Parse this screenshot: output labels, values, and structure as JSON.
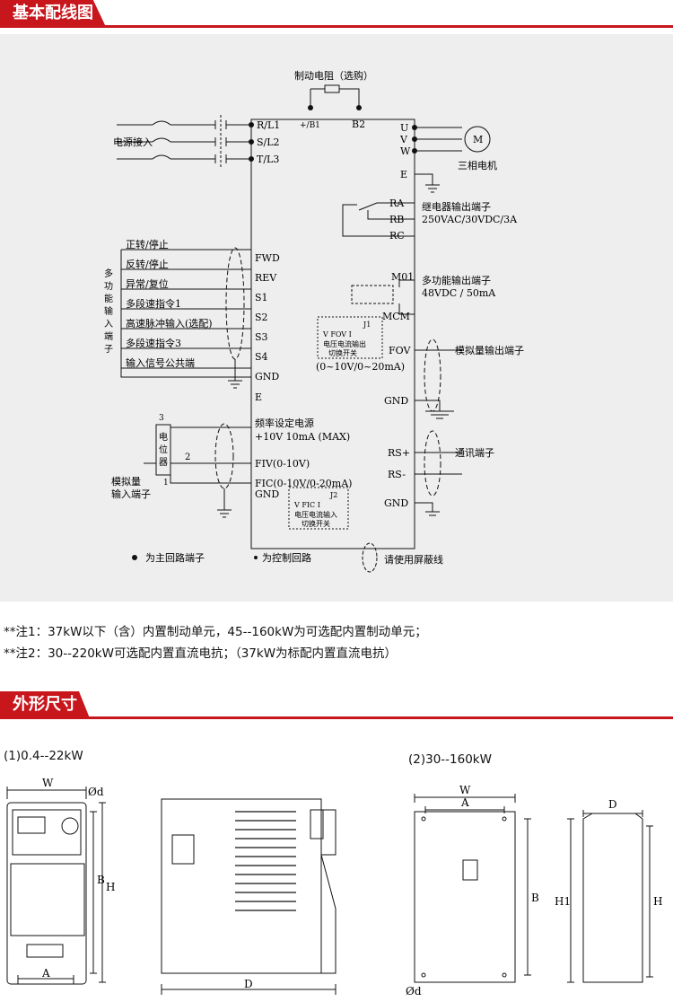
{
  "section1": {
    "title": "基本配线图"
  },
  "section2": {
    "title": "外形尺寸"
  },
  "wiring": {
    "brake_resistor": "制动电阻（选购）",
    "terminal_pb1": "+/B1",
    "terminal_b2": "B2",
    "power_input": "电源接入",
    "r_l1": "R/L1",
    "s_l2": "S/L2",
    "t_l3": "T/L3",
    "u": "U",
    "v": "V",
    "w": "W",
    "motor_symbol": "M",
    "motor": "三相电机",
    "e": "E",
    "ra": "RA",
    "rb": "RB",
    "rc": "RC",
    "relay_out": "继电器输出端子",
    "relay_rating": "250VAC/30VDC/3A",
    "m01": "M01",
    "multi_out": "多功能输出端子",
    "multi_out_rating": "48VDC / 50mA",
    "mcm": "MCM",
    "fov": "FOV",
    "analog_out": "模拟量输出端子",
    "gnd": "GND",
    "rs_plus": "RS+",
    "rs_minus": "RS-",
    "comm": "通讯端子",
    "multi_input": "多功能输入端子",
    "in_labels": [
      "正转/停止",
      "反转/停止",
      "异常/复位",
      "多段速指令1",
      "高速脉冲输入(选配)",
      "多段速指令3",
      "输入信号公共端"
    ],
    "in_terms": [
      "FWD",
      "REV",
      "S1",
      "S2",
      "S3",
      "S4",
      "GND"
    ],
    "j1_label": "J1",
    "j1_vi": "V  FOV  I",
    "j1_switch": "电压电流输出",
    "j1_switch2": "切换开关",
    "j1_range": "(0~10V/0~20mA)",
    "e_term": "E",
    "freq_power": "频率设定电源",
    "freq_power_spec": "+10V  10mA (MAX)",
    "pot_chars": [
      "电",
      "位",
      "器"
    ],
    "pot_pin3": "3",
    "pot_pin2": "2",
    "pot_pin1": "1",
    "fiv": "FIV(0-10V)",
    "fic": "FIC(0-10V/0-20mA)",
    "analog_in": "模拟量",
    "analog_in2": "输入端子",
    "j2_label": "J2",
    "j2_vi": "V  FIC  I",
    "j2_switch": "电压电流输入",
    "j2_switch2": "切换开关",
    "legend_main": "为主回路端子",
    "legend_ctrl": "为控制回路",
    "legend_shield": "请使用屏蔽线"
  },
  "notes": [
    "**注1：37kW以下（含）内置制动单元，45--160kW为可选配内置制动单元；",
    "**注2：30--220kW可选配内置直流电抗；（37kW为标配内置直流电抗）"
  ],
  "dims": {
    "model1": "(1)0.4--22kW",
    "model2": "(2)30--160kW",
    "W": "W",
    "A": "A",
    "B": "B",
    "H": "H",
    "D": "D",
    "H1": "H1",
    "d": "Ød"
  }
}
